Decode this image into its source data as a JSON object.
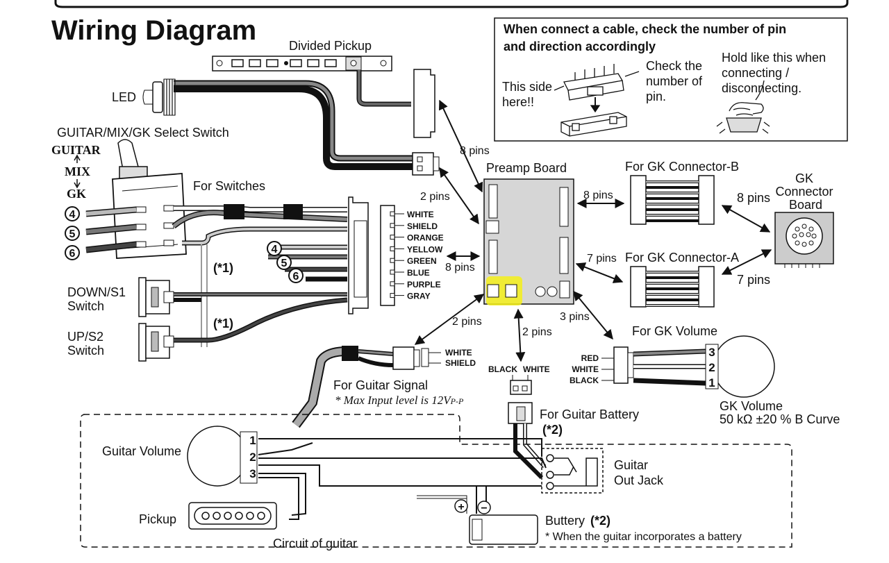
{
  "title": "Wiring Diagram",
  "callout": {
    "heading_line1": "When connect a cable, check the number of pin",
    "heading_line2": "and direction accordingly",
    "this_side_line1": "This side",
    "this_side_line2": "here!!",
    "check_line1": "Check the",
    "check_line2": "number of",
    "check_line3": "pin.",
    "hold_line1": "Hold like this when",
    "hold_line2": "connecting /",
    "hold_line3": "disconnecting."
  },
  "labels": {
    "divided_pickup": "Divided Pickup",
    "led": "LED",
    "select_switch": "GUITAR/MIX/GK Select Switch",
    "pos_guitar": "GUITAR",
    "pos_mix": "MIX",
    "pos_gk": "GK",
    "for_switches": "For Switches",
    "down_line1": "DOWN/S1",
    "down_line2": "Switch",
    "up_line1": "UP/S2",
    "up_line2": "Switch",
    "note1": "(*1)",
    "preamp_board": "Preamp Board",
    "for_gk_b": "For GK Connector-B",
    "for_gk_a": "For GK Connector-A",
    "gk_board_line1": "GK",
    "gk_board_line2": "Connector",
    "gk_board_line3": "Board",
    "for_gk_volume": "For GK Volume",
    "gk_volume": "GK Volume",
    "gk_volume_spec": "50 kΩ ±20 % B Curve",
    "for_guitar_signal": "For Guitar Signal",
    "max_input": "* Max Input level is 12V",
    "max_input_sub": "P-P",
    "for_guitar_battery": "For Guitar Battery",
    "note2": "(*2)",
    "guitar_volume": "Guitar Volume",
    "guitar_out_line1": "Guitar",
    "guitar_out_line2": "Out Jack",
    "pickup": "Pickup",
    "circuit": "Circuit of guitar",
    "battery": "Buttery",
    "battery_note": "* When the guitar incorporates a battery",
    "black": "BLACK",
    "white": "WHITE",
    "plus": "+",
    "minus": "−"
  },
  "pins": {
    "p8_top": "8 pins",
    "p2_upper": "2 pins",
    "p8_gkb": "8 pins",
    "p8_board": "8 pins",
    "p7_gka": "7 pins",
    "p7_board": "7 pins",
    "p8_switch": "8 pins",
    "p3_vol": "3 pins",
    "p2_sig": "2 pins",
    "p2_bat": "2 pins"
  },
  "switch_wires": [
    "WHITE",
    "SHIELD",
    "ORANGE",
    "YELLOW",
    "GREEN",
    "BLUE",
    "PURPLE",
    "GRAY"
  ],
  "signal_wires": [
    "WHITE",
    "SHIELD"
  ],
  "gk_volume_wires": [
    "RED",
    "WHITE",
    "BLACK"
  ],
  "numbers": {
    "n1": "1",
    "n2": "2",
    "n3": "3",
    "n4": "4",
    "n5": "5",
    "n6": "6"
  },
  "colors": {
    "highlight": "#f5f01a",
    "ink": "#111111",
    "gray_wire": "#9a9a9a",
    "dark_wire": "#333333"
  }
}
